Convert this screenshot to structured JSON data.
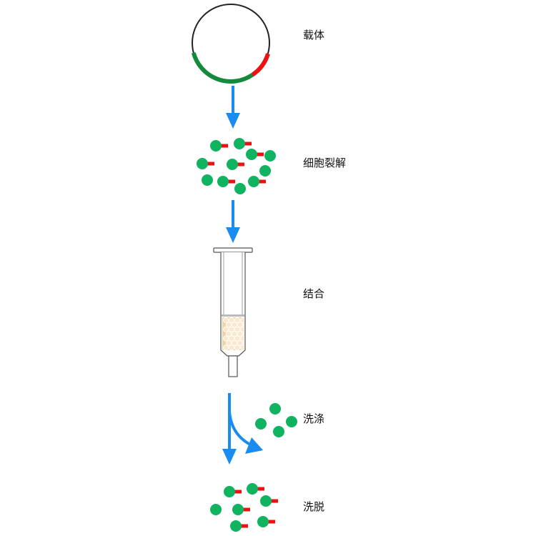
{
  "steps": [
    {
      "label": "载体"
    },
    {
      "label": "细胞裂解"
    },
    {
      "label": "结合"
    },
    {
      "label": "洗涤"
    },
    {
      "label": "洗脱"
    }
  ],
  "colors": {
    "arrow": "#1a8cf0",
    "protein": "#0fb360",
    "tag": "#ee1111",
    "plasmid_outline": "#222222",
    "plasmid_gene": "#138a3c",
    "plasmid_tag": "#ee1111",
    "resin": "#f2d3a6",
    "column_outline": "#555555"
  },
  "icons": [
    "plasmid-vector-icon",
    "lysate-protein-cluster-icon",
    "affinity-column-icon",
    "wash-flow-arrow-icon",
    "eluted-protein-cluster-icon"
  ]
}
